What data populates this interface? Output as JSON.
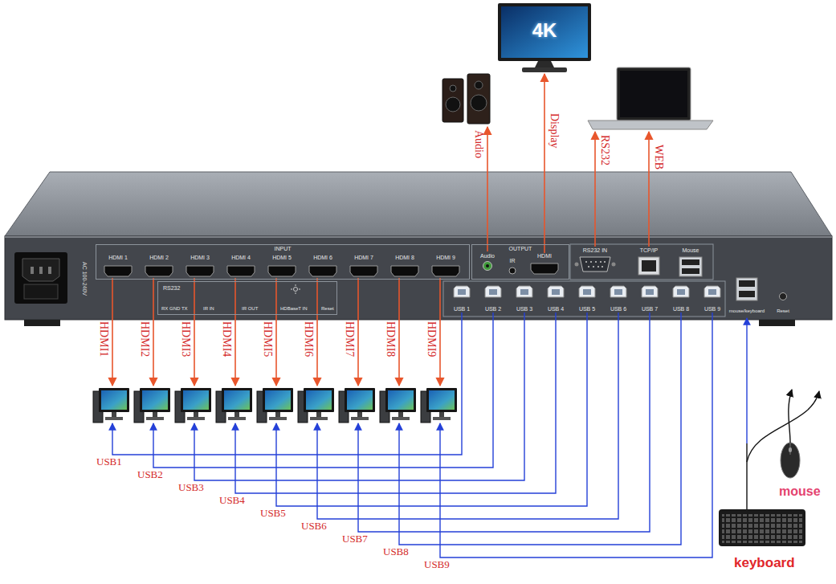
{
  "diagram": {
    "nodes": [
      {
        "text": [
          "4K"
        ]
      },
      {
        "text": [
          "INPUT"
        ]
      },
      {
        "text": [
          "HDMI 1"
        ],
        "in": 1
      },
      {
        "text": [
          "HDMI 2"
        ],
        "in": 1
      },
      {
        "text": [
          "HDMI 3"
        ],
        "in": 1
      },
      {
        "text": [
          "HDMI 4"
        ],
        "in": 1
      },
      {
        "text": [
          "HDMI 5"
        ],
        "in": 1
      },
      {
        "text": [
          "HDMI 6"
        ],
        "in": 1
      },
      {
        "text": [
          "HDMI 7"
        ],
        "in": 1
      },
      {
        "text": [
          "HDMI 8"
        ],
        "in": 1
      },
      {
        "text": [
          "HDMI 9"
        ],
        "in": 1
      },
      {
        "text": [
          "OUTPUT"
        ]
      },
      {
        "text": [
          "Audio"
        ],
        "in": 11
      },
      {
        "text": [
          "IR"
        ],
        "in": 11
      },
      {
        "text": [
          "HDMI"
        ],
        "in": 11
      },
      {
        "text": [
          "RS232 IN"
        ]
      },
      {
        "text": [
          "TCP/IP"
        ]
      },
      {
        "text": [
          "Mouse"
        ]
      },
      {
        "text": [
          "RS232",
          "RX GND TX",
          "IR IN",
          "IR OUT",
          "HDBaseT IN",
          "Reset"
        ]
      },
      {
        "text": [
          "USB 1"
        ]
      },
      {
        "text": [
          "USB 2"
        ]
      },
      {
        "text": [
          "USB 3"
        ]
      },
      {
        "text": [
          "USB 4"
        ]
      },
      {
        "text": [
          "USB 5"
        ]
      },
      {
        "text": [
          "USB 6"
        ]
      },
      {
        "text": [
          "USB 7"
        ]
      },
      {
        "text": [
          "USB 8"
        ]
      },
      {
        "text": [
          "USB 9"
        ]
      },
      {
        "text": [
          "mouse/keyboard"
        ]
      },
      {
        "text": [
          "Reset"
        ]
      }
    ],
    "edges": [
      {
        "from": 14,
        "to": 0,
        "arrow": "to",
        "label": "Display"
      }
    ],
    "labels": [
      "Audio",
      "RS232",
      "WEB",
      "AC 100-240V",
      "HDMI1",
      "HDMI2",
      "HDMI3",
      "HDMI4",
      "HDMI5",
      "HDMI6",
      "HDMI7",
      "HDMI8",
      "HDMI9",
      "USB1",
      "USB2",
      "USB3",
      "USB4",
      "USB5",
      "USB6",
      "USB7",
      "USB8",
      "USB9",
      "mouse",
      "keyboard"
    ]
  }
}
